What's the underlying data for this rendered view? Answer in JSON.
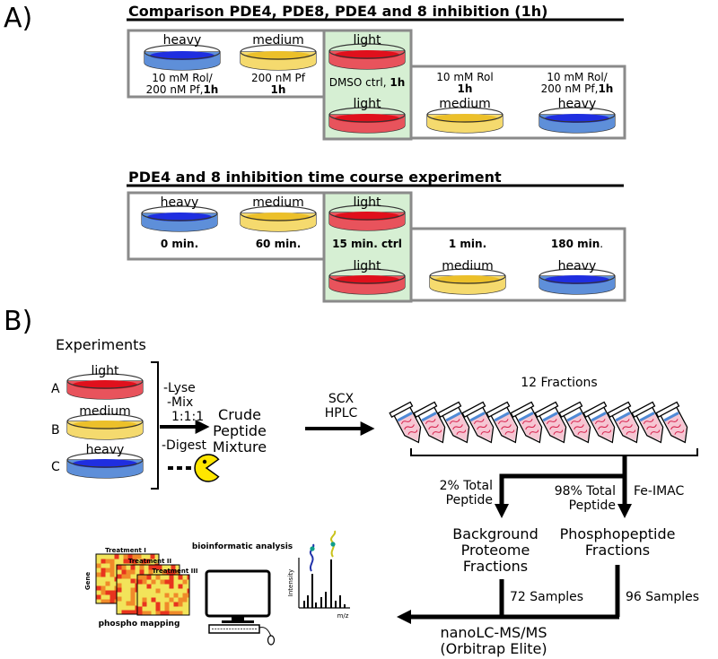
{
  "panel_a": {
    "label": "A)",
    "exp1": {
      "title": "Comparison PDE4, PDE8, PDE4 and 8 inhibition (1h)",
      "dish_heavy_1": "heavy",
      "heavy_1_line1": "10 mM Rol/",
      "heavy_1_line2": "200 nM Pf,",
      "heavy_1_bold": "1h",
      "dish_medium_1": "medium",
      "medium_1_line1": "200 nM Pf",
      "medium_1_bold": "1h",
      "dish_light_top": "light",
      "ctrl_text": "DMSO ctrl, ",
      "ctrl_bold": "1h",
      "dish_light_bottom": "light",
      "medium_2_line1": "10 mM Rol",
      "medium_2_bold": "1h",
      "dish_medium_2": "medium",
      "heavy_2_line1": "10 mM Rol/",
      "heavy_2_line2": "200 nM Pf,",
      "heavy_2_bold": "1h",
      "dish_heavy_2": "heavy"
    },
    "exp2": {
      "title": "PDE4 and 8 inhibition time course experiment",
      "dish_heavy_1": "heavy",
      "heavy_time": "0 min.",
      "dish_medium_1": "medium",
      "medium_time": "60 min.",
      "dish_light_top": "light",
      "ctrl_time": "15 min. ctrl",
      "dish_light_bottom": "light",
      "medium_2_time": "1 min.",
      "dish_medium_2": "medium",
      "heavy_2_time_bold": "180 min",
      "heavy_2_time_dot": ".",
      "dish_heavy_2": "heavy"
    }
  },
  "panel_b": {
    "label": "B)",
    "experiments_title": "Experiments",
    "rows": [
      {
        "letter": "A",
        "dish": "light"
      },
      {
        "letter": "B",
        "dish": "medium"
      },
      {
        "letter": "C",
        "dish": "heavy"
      }
    ],
    "steps": {
      "lyse": "-Lyse",
      "mix": "-Mix",
      "ratio": "1:1:1",
      "digest": "-Digest"
    },
    "crude": [
      "Crude",
      "Peptide",
      "Mixture"
    ],
    "scx": [
      "SCX",
      "HPLC"
    ],
    "fractions_label": "12 Fractions",
    "split_left": [
      "2% Total",
      "Peptide"
    ],
    "split_right": [
      "98% Total",
      "Peptide"
    ],
    "fe_imac": "Fe-IMAC",
    "background": [
      "Background",
      "Proteome",
      "Fractions"
    ],
    "phospho": [
      "Phosphopeptide",
      "Fractions"
    ],
    "samples_left": "72 Samples",
    "samples_right": "96 Samples",
    "nanolc": [
      "nanoLC-MS/MS",
      "(Orbitrap Elite)"
    ],
    "analysis": {
      "treatment_1": "Treatment I",
      "treatment_2": "Treatment II",
      "treatment_3": "Treatment III",
      "gene": "Gene",
      "phospho_mapping": "phospho mapping",
      "bioinformatic": "bioinformatic analysis",
      "intensity": "Intensity",
      "mz": "m/z"
    }
  },
  "colors": {
    "light": "#e8535c",
    "light_dark": "#e0101c",
    "medium": "#f5da6e",
    "medium_dark": "#ecc02a",
    "heavy": "#5e8fd9",
    "heavy_dark": "#1f2ee0",
    "ctrl_box": "#d6efd3",
    "box_border": "#8a8a8a"
  }
}
